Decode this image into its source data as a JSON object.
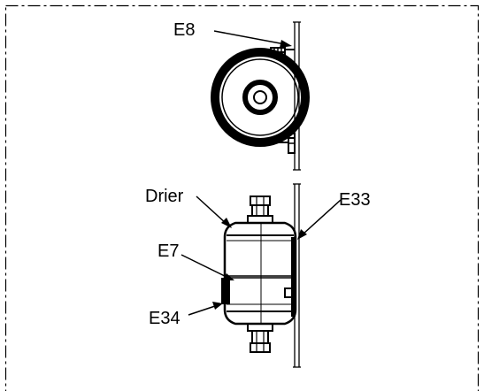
{
  "labels": {
    "e8": "E8",
    "drier": "Drier",
    "e33": "E33",
    "e7": "E7",
    "e34": "E34"
  },
  "colors": {
    "ink": "#000000",
    "background": "#ffffff"
  }
}
